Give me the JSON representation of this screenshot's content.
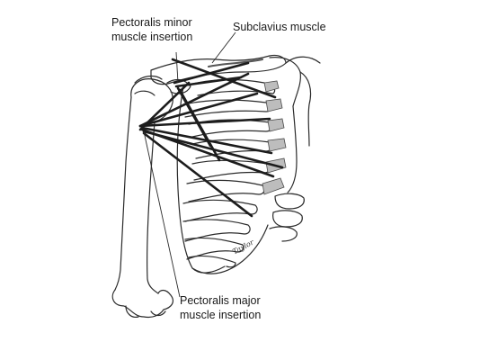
{
  "labels": {
    "pec_minor_line1": "Pectoralis minor",
    "pec_minor_line2": "muscle insertion",
    "subclavius": "Subclavius muscle",
    "pec_major_line1": "Pectoralis major",
    "pec_major_line2": "muscle insertion"
  },
  "signature": "Taylor",
  "colors": {
    "bone_outline": "#2b2b2b",
    "tendon_line": "#1c1c1c",
    "cartilage_fill": "#bdbdbd",
    "background": "#ffffff"
  }
}
